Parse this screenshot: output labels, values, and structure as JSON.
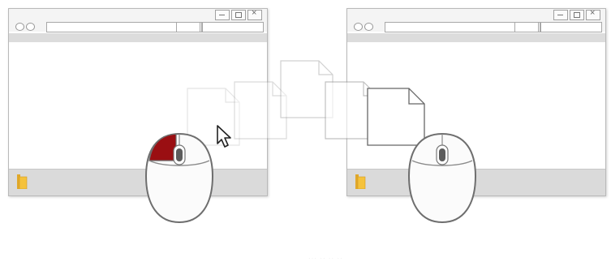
{
  "scene": {
    "left_window": {
      "name": "source-window",
      "titlebar_controls": [
        "minimize",
        "maximize",
        "close"
      ],
      "folder_icon": "folder-icon",
      "folder_color": "#f5c23c"
    },
    "right_window": {
      "name": "destination-window",
      "titlebar_controls": [
        "minimize",
        "maximize",
        "close"
      ],
      "folder_icon": "folder-icon",
      "folder_color": "#f5c23c"
    },
    "dragged_item": "document-icon",
    "cursor": "arrow-pointer-icon",
    "left_mouse": {
      "icon": "mouse-icon",
      "state": "left button pressed",
      "button_color": "#9a0f12"
    },
    "right_mouse": {
      "icon": "mouse-icon",
      "state": "released"
    }
  },
  "caption": "··· ·· ·· ··"
}
